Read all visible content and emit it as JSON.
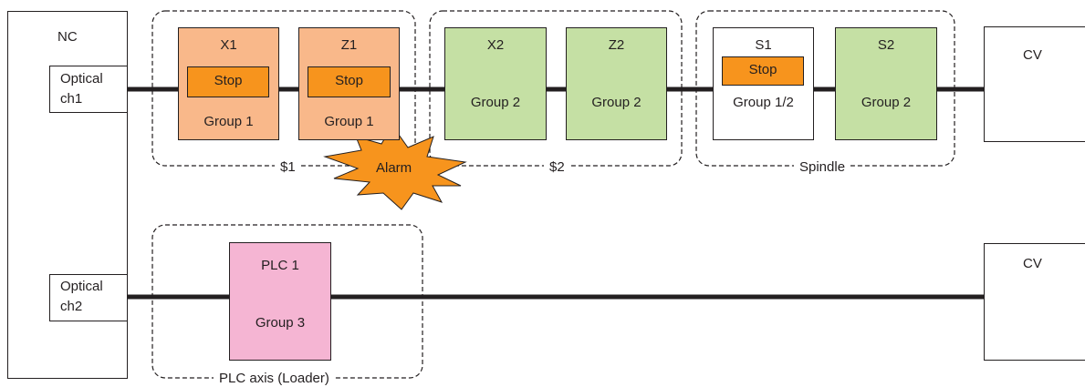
{
  "nc": {
    "label": "NC"
  },
  "channels": [
    {
      "line1": "Optical",
      "line2": "ch1"
    },
    {
      "line1": "Optical",
      "line2": "ch2"
    }
  ],
  "amps": {
    "x1": {
      "name": "X1",
      "stop": "Stop",
      "group": "Group 1"
    },
    "z1": {
      "name": "Z1",
      "stop": "Stop",
      "group": "Group 1"
    },
    "x2": {
      "name": "X2",
      "group": "Group 2"
    },
    "z2": {
      "name": "Z2",
      "group": "Group 2"
    },
    "s1": {
      "name": "S1",
      "stop": "Stop",
      "group": "Group 1/2"
    },
    "s2": {
      "name": "S2",
      "group": "Group 2"
    },
    "plc1": {
      "name": "PLC 1",
      "group": "Group 3"
    }
  },
  "group_labels": {
    "sys1": "$1",
    "sys2": "$2",
    "spindle": "Spindle",
    "plc": "PLC axis (Loader)"
  },
  "alarm": {
    "label": "Alarm"
  },
  "cv": [
    "CV",
    "CV"
  ],
  "colors": {
    "orange_amp": "#f9b88a",
    "green_amp": "#c5e0a4",
    "pink_amp": "#f5b5d3",
    "stop": "#f7941d",
    "alarm": "#f7941d"
  }
}
